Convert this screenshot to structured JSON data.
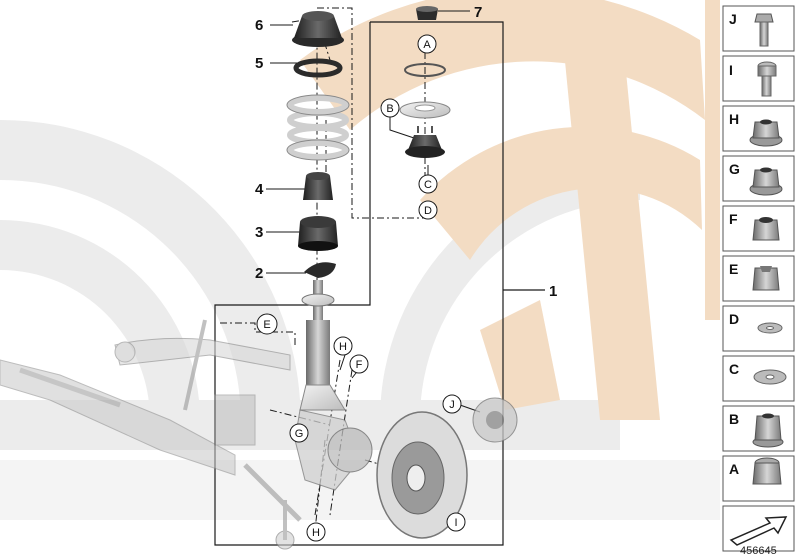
{
  "diagram": {
    "doc_number": "456645",
    "part_numbers": [
      "1",
      "2",
      "3",
      "4",
      "5",
      "6",
      "7"
    ],
    "circle_labels": [
      "A",
      "B",
      "C",
      "D",
      "E",
      "F",
      "G",
      "H",
      "H",
      "I",
      "J"
    ],
    "side_panel": [
      {
        "letter": "J",
        "icon": "flange-bolt-icon"
      },
      {
        "letter": "I",
        "icon": "wheel-bolt-icon"
      },
      {
        "letter": "H",
        "icon": "flange-nut-icon"
      },
      {
        "letter": "G",
        "icon": "self-locking-collar-nut-icon"
      },
      {
        "letter": "F",
        "icon": "hex-nut-icon"
      },
      {
        "letter": "E",
        "icon": "lock-nut-icon"
      },
      {
        "letter": "D",
        "icon": "washer-icon"
      },
      {
        "letter": "C",
        "icon": "flat-washer-icon"
      },
      {
        "letter": "B",
        "icon": "hex-collar-nut-icon"
      },
      {
        "letter": "A",
        "icon": "cap-nut-icon"
      }
    ],
    "colors": {
      "watermark_tan": "#f3dcc3",
      "watermark_grey": "#ececec",
      "line": "#1a1a1a",
      "panel_border": "#555555"
    }
  }
}
